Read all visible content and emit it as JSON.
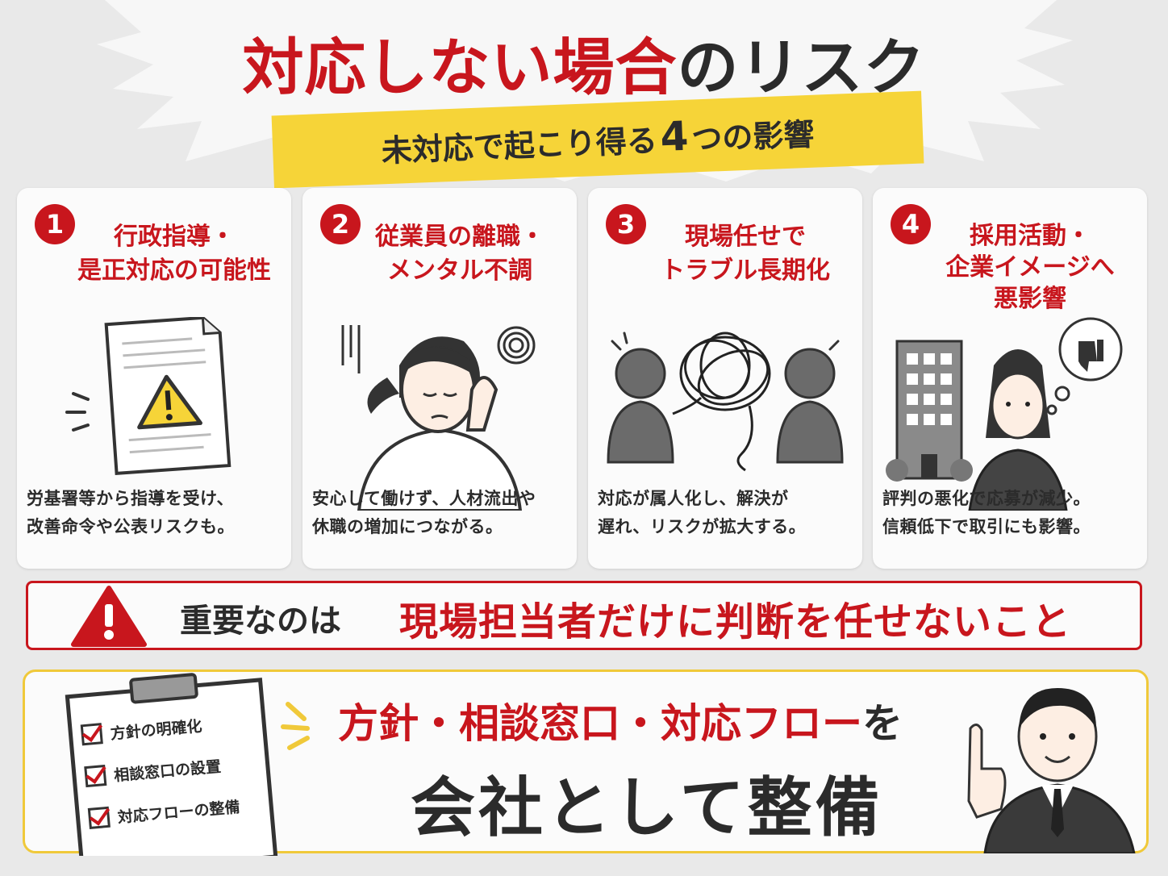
{
  "header": {
    "title_red": "対応しない場合",
    "title_dark": "のリスク",
    "subtitle_pre": "未対応で起こり得る",
    "subtitle_num": "4",
    "subtitle_post": "つの影響"
  },
  "cards": [
    {
      "number": "1",
      "title_lines": [
        "行政指導・",
        "是正対応の可能性"
      ],
      "desc_lines": [
        "労基署等から指導を受け、",
        "改善命令や公表リスクも。"
      ],
      "icon": "warning-document"
    },
    {
      "number": "2",
      "title_lines": [
        "従業員の離職・",
        "メンタル不調"
      ],
      "desc_lines": [
        "安心して働けず、人材流出や",
        "休職の増加につながる。"
      ],
      "icon": "stressed-employee"
    },
    {
      "number": "3",
      "title_lines": [
        "現場任せで",
        "トラブル長期化"
      ],
      "desc_lines": [
        "対応が属人化し、解決が",
        "遅れ、リスクが拡大する。"
      ],
      "icon": "tangled-conflict"
    },
    {
      "number": "4",
      "title_lines": [
        "採用活動・",
        "企業イメージへ",
        "悪影響"
      ],
      "desc_lines": [
        "評判の悪化で応募が減少。",
        "信頼低下で取引にも影響。"
      ],
      "icon": "company-reputation"
    }
  ],
  "important": {
    "prefix": "重要なのは",
    "key": "現場担当者だけに判断を任せないこと"
  },
  "bottom": {
    "checklist": [
      "方針の明確化",
      "相談窓口の設置",
      "対応フローの整備"
    ],
    "line1": "方針・相談窓口・対応フロー",
    "line1_suffix": "を",
    "line2": "会社として整備"
  },
  "colors": {
    "accent_red": "#c8161d",
    "ribbon_yellow": "#f6d438",
    "text_dark": "#2b2b2b"
  }
}
